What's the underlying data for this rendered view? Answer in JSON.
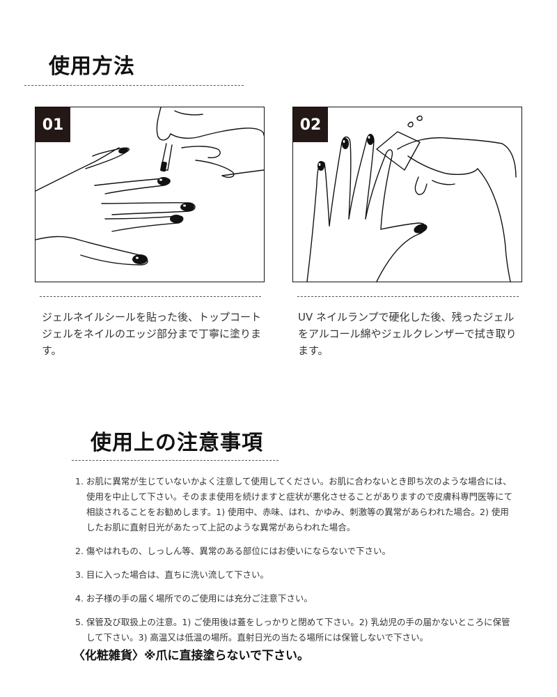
{
  "usage": {
    "title": "使用方法",
    "steps": [
      {
        "number": "01",
        "text": "ジェルネイルシールを貼った後、トップコートジェルをネイルのエッジ部分まで丁寧に塗ります。"
      },
      {
        "number": "02",
        "text": "UV ネイルランプで硬化した後、残ったジェルをアルコール綿やジェルクレンザーで拭き取ります。"
      }
    ]
  },
  "caution": {
    "title": "使用上の注意事項",
    "items": [
      "1. お肌に異常が生じていないかよく注意して使用してください。お肌に合わないとき即ち次のような場合には、使用を中止して下さい。そのまま使用を続けますと症状が悪化させることがありますので皮膚科専門医等にて相談されることをお勧めします。1) 使用中、赤味、はれ、かゆみ、刺激等の異常があらわれた場合。2) 使用したお肌に直射日光があたって上記のような異常があらわれた場合。",
      "2. 傷やはれもの、しっしん等、異常のある部位にはお使いにならないで下さい。",
      "3. 目に入った場合は、直ちに洗い流して下さい。",
      "4. お子様の手の届く場所でのご使用には充分ご注意下さい。",
      "5. 保管及び取扱上の注意。1) ご使用後は蓋をしっかりと閉めて下さい。2) 乳幼児の手の届かないところに保管して下さい。3) 高温又は低温の場所。直射日光の当たる場所には保管しないで下さい。"
    ]
  },
  "footer": {
    "note": "〈化粧雑貨〉※爪に直接塗らないで下さい。"
  },
  "colors": {
    "badge": "#231815",
    "text": "#333333",
    "heading": "#111111"
  },
  "icons": {
    "panel1": "hand-applying-top-coat-illustration",
    "panel2": "hand-wiping-with-cotton-illustration"
  }
}
